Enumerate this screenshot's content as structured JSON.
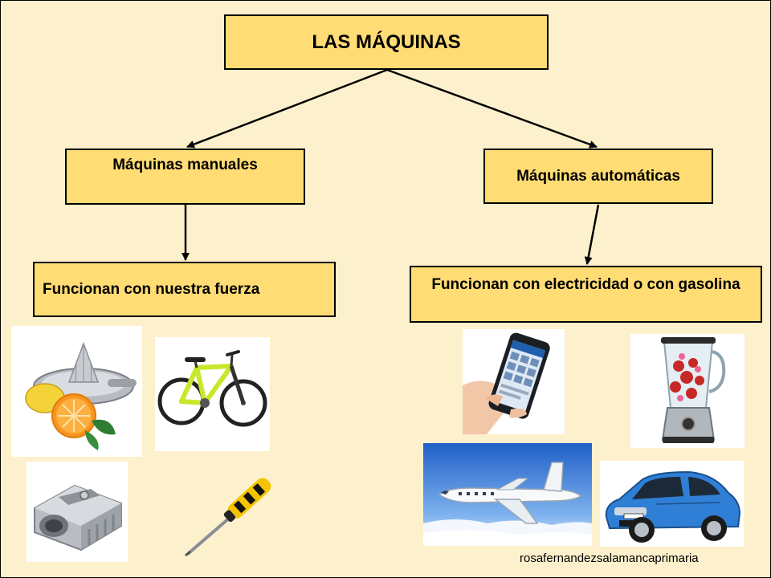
{
  "title": "LAS MÁQUINAS",
  "branches": {
    "manual": {
      "label": "Máquinas manuales",
      "description": "Funcionan con nuestra fuerza",
      "images": [
        "lemon-squeezer-icon",
        "bicycle-icon",
        "pencil-sharpener-icon",
        "screwdriver-icon"
      ]
    },
    "automatic": {
      "label": "Máquinas automáticas",
      "description": "Funcionan con electricidad o  con gasolina",
      "images": [
        "smartphone-icon",
        "blender-icon",
        "airplane-icon",
        "car-icon"
      ]
    }
  },
  "credit": "rosafernandezsalamancaprimaria",
  "colors": {
    "background": "#fdf0cc",
    "box_fill": "#ffdc74",
    "box_border": "#000000"
  }
}
